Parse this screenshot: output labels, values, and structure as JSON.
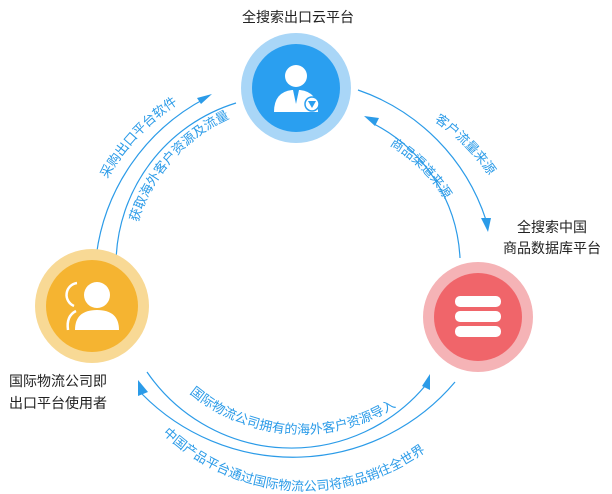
{
  "nodes": {
    "cloud": {
      "title": "全搜索出口云平台",
      "color": "#2a9ff0",
      "ring_color": "#a9d6f7",
      "icon": "business-user-icon"
    },
    "database": {
      "title_line1": "全搜索中国",
      "title_line2": "商品数据库平台",
      "color": "#f0656a",
      "ring_color": "#f5b3b6",
      "icon": "database-icon"
    },
    "logistics": {
      "title_line1": "国际物流公司即",
      "title_line2": "出口平台使用者",
      "color": "#f5b431",
      "ring_color": "#f8d995",
      "icon": "users-icon"
    }
  },
  "flows": {
    "outer_left": "采购出口平台软件",
    "inner_left": "获取海外客户资源及流量",
    "outer_right": "客户流量来源",
    "inner_right": "商品渠道来源",
    "inner_bottom": "国际物流公司拥有的海外客户资源导入",
    "outer_bottom": "中国产品平台通过国际物流公司将商品销往全世界"
  },
  "colors": {
    "arrow": "#2b9be8",
    "label": "#2b9be8"
  }
}
